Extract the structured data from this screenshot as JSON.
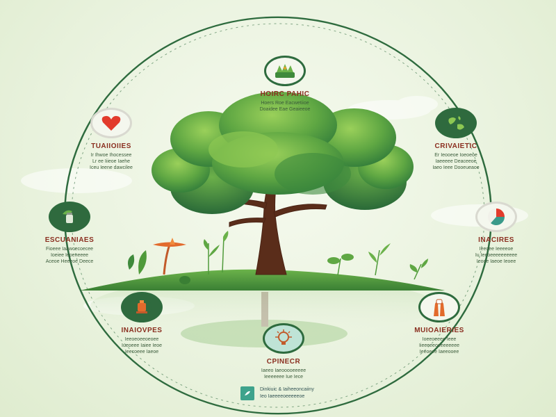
{
  "diagram": {
    "nodes": [
      {
        "id": "top",
        "icon": "crown-plant-icon",
        "title": "HOIRC PAHIC",
        "lines": [
          "Hoers  Roe  Eacwetiioe",
          "Doaidee  Eae  Geaieeoe"
        ]
      },
      {
        "id": "upper-left",
        "icon": "heart-icon",
        "title": "TUAIIOIIES",
        "lines": [
          "Ir  Ihwoe  Ihocessee",
          "Lr  ee  Iiieoe  Iaehe",
          "Iceu  Ieene  dawcilee"
        ]
      },
      {
        "id": "upper-right",
        "icon": "globe-icon",
        "title": "CRIVAIETIC",
        "lines": [
          "Er  Ieooeoe  Ioeoeoe",
          "Iaeeeee  Deaceeoe",
          "Iaeo  Ieee  Dooeueaoe"
        ]
      },
      {
        "id": "mid-left",
        "icon": "jar-icon",
        "title": "ESCUANIAES",
        "lines": [
          "Fioeee  Iaawcecoecee",
          "Ioeiee  Ieoeneeee",
          "Aceoe  Heeeoe  Deece"
        ]
      },
      {
        "id": "mid-right",
        "icon": "pie-chart-icon",
        "title": "INACIRES",
        "lines": [
          "Ieeoee  Ieeeeoe",
          "Iu  Ieeoeeeeeeeeee",
          "Ieooe  Iaeoe  Ieoee"
        ]
      },
      {
        "id": "lower-left",
        "icon": "robot-hand-icon",
        "title": "INAIOVPES",
        "lines": [
          "Ieeoeoeeoeoee",
          "Iueoeee  Iaiee  Ieoe",
          "Ieecoeee  Iaeoe"
        ]
      },
      {
        "id": "lower-right",
        "icon": "hands-icon",
        "title": "MUIOAIERIES",
        "lines": [
          "Ioeeoeeee  Ieee",
          "Iieeeeeoeeeeeeee",
          "Ieeoeee  Iaeeooee"
        ]
      },
      {
        "id": "bottom",
        "icon": "lightbulb-icon",
        "title": "CPINECR",
        "lines": [
          "Iaeeo  Iaeooooeeeee",
          "Ieeeeeee  Iue  Iece"
        ]
      }
    ]
  },
  "footer": {
    "line1": "Dinkiuic  &  Iaiheeoncaiiny",
    "line2": "Ieo  Iaeeeeoeeeeeoe"
  },
  "colors": {
    "ring": "#2e6b3e",
    "title": "#8a2e1f",
    "foliage_dark": "#3f8a3c",
    "foliage_light": "#7cbf4a",
    "trunk": "#5a2d1a",
    "ground": "#4f9a3a",
    "badge_dark": "#2f6a3e"
  }
}
